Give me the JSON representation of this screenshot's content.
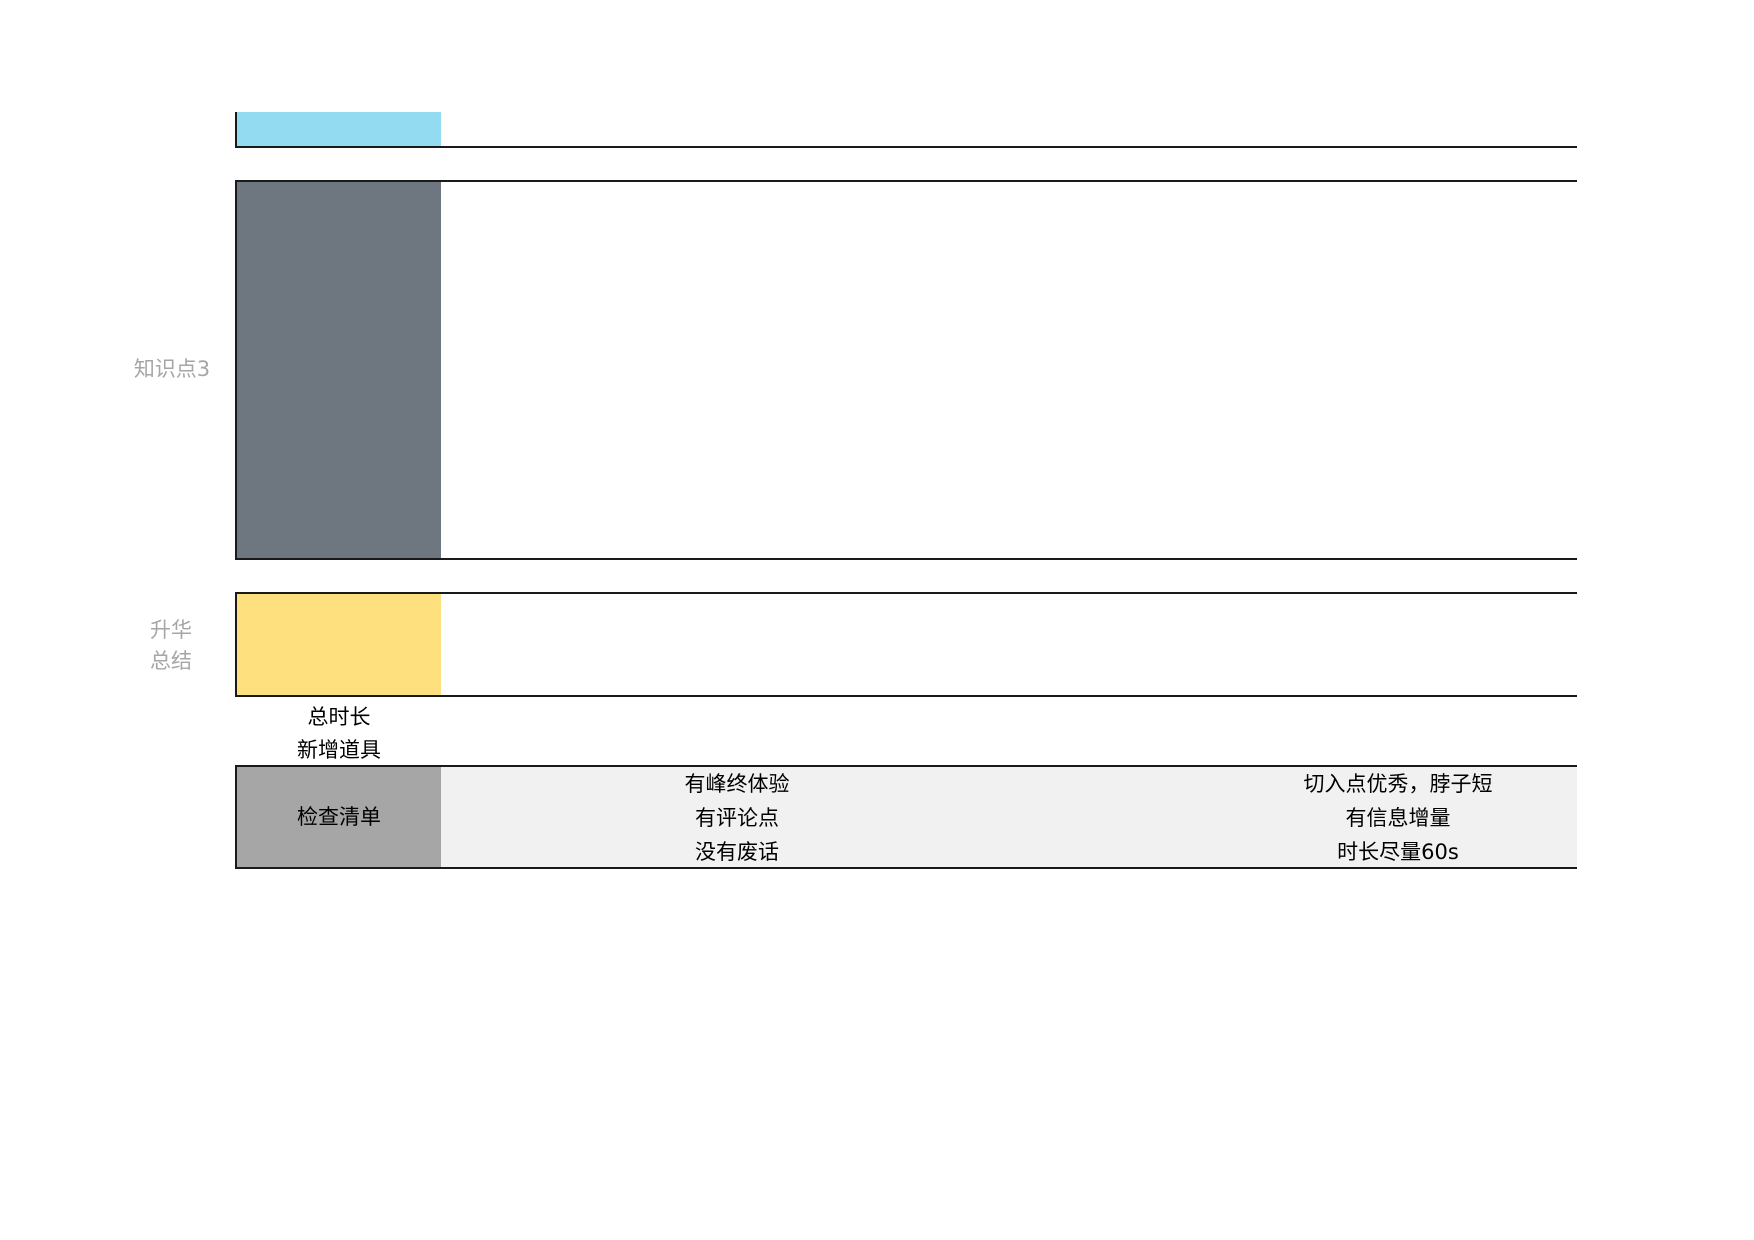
{
  "colors": {
    "intro_fill": "#93dbf0",
    "knowledge_fill": "#6e7780",
    "summary_fill": "#ffe07f",
    "checklist_header_fill": "#a6a6a6",
    "checklist_body_fill": "#f1f1f1",
    "border": "#1a1a1a",
    "side_label": "#a6a6a6"
  },
  "sections": {
    "knowledge": {
      "label": "知识点3"
    },
    "summary": {
      "label_line1": "升华",
      "label_line2": "总结"
    }
  },
  "footer_notes": {
    "line1": "总时长",
    "line2": "新增道具"
  },
  "checklist": {
    "header": "检查清单",
    "left_items": [
      "有峰终体验",
      "有评论点",
      "没有废话"
    ],
    "right_items": [
      "切入点优秀，脖子短",
      "有信息增量",
      "时长尽量60s"
    ]
  }
}
